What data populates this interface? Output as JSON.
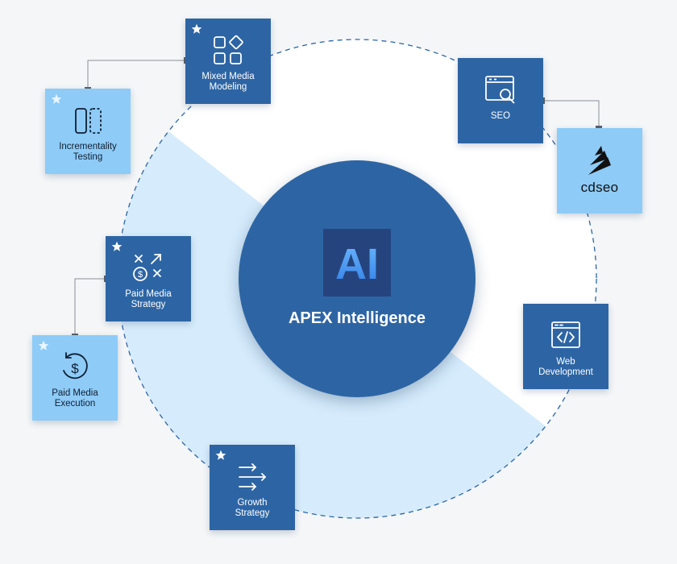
{
  "hub": {
    "logo_text": "AI",
    "title": "APEX Intelligence"
  },
  "services": [
    {
      "label": "Mixed Media\nModeling",
      "icon": "grid-shapes-icon",
      "starred": true,
      "tone": "dark"
    },
    {
      "label": "Incrementality\nTesting",
      "icon": "split-panels-icon",
      "starred": true,
      "tone": "light"
    },
    {
      "label": "SEO",
      "icon": "browser-search-icon",
      "starred": false,
      "tone": "dark"
    },
    {
      "label": "Paid Media\nStrategy",
      "icon": "strategy-play-icon",
      "starred": true,
      "tone": "dark"
    },
    {
      "label": "Paid Media\nExecution",
      "icon": "dollar-refresh-icon",
      "starred": true,
      "tone": "light"
    },
    {
      "label": "Web\nDevelopment",
      "icon": "browser-code-icon",
      "starred": false,
      "tone": "dark"
    },
    {
      "label": "Growth\nStrategy",
      "icon": "arrows-right-icon",
      "starred": true,
      "tone": "dark"
    }
  ],
  "partner": {
    "name": "cdseo",
    "icon": "cdseo-logo-icon"
  },
  "colors": {
    "dark_card": "#2d65a4",
    "light_card": "#8ecbf7",
    "hub": "#2d65a4",
    "hub_logo_bg": "#25447e",
    "sector": "#d6ecfc",
    "orbit": "#2d65a4"
  }
}
